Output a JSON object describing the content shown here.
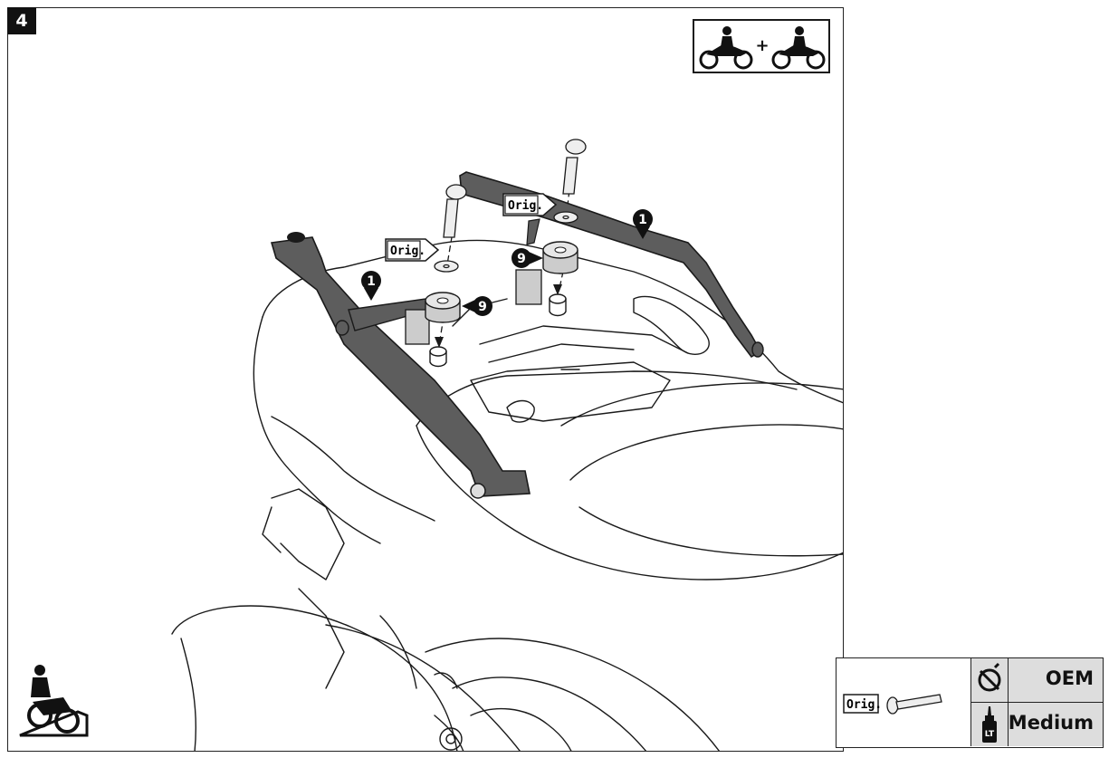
{
  "step": {
    "number": "4"
  },
  "labels": {
    "orig_1": "Orig.",
    "orig_2": "Orig.",
    "orig_legend": "Orig.",
    "part_1a": "1",
    "part_1b": "1",
    "part_9a": "9",
    "part_9b": "9",
    "plus": "+"
  },
  "legend": {
    "torque_label": "OEM",
    "threadlock_label": "Medium"
  },
  "icons": {
    "top_right": "two-riders-icon",
    "bottom_left": "rider-on-ramp-icon",
    "torque": "no-torque-wrench-icon",
    "threadlock": "threadlock-bottle-icon"
  },
  "colors": {
    "rack": "#5d5d5d",
    "line": "#1a1a1a",
    "legend_bg": "#dddddd"
  }
}
